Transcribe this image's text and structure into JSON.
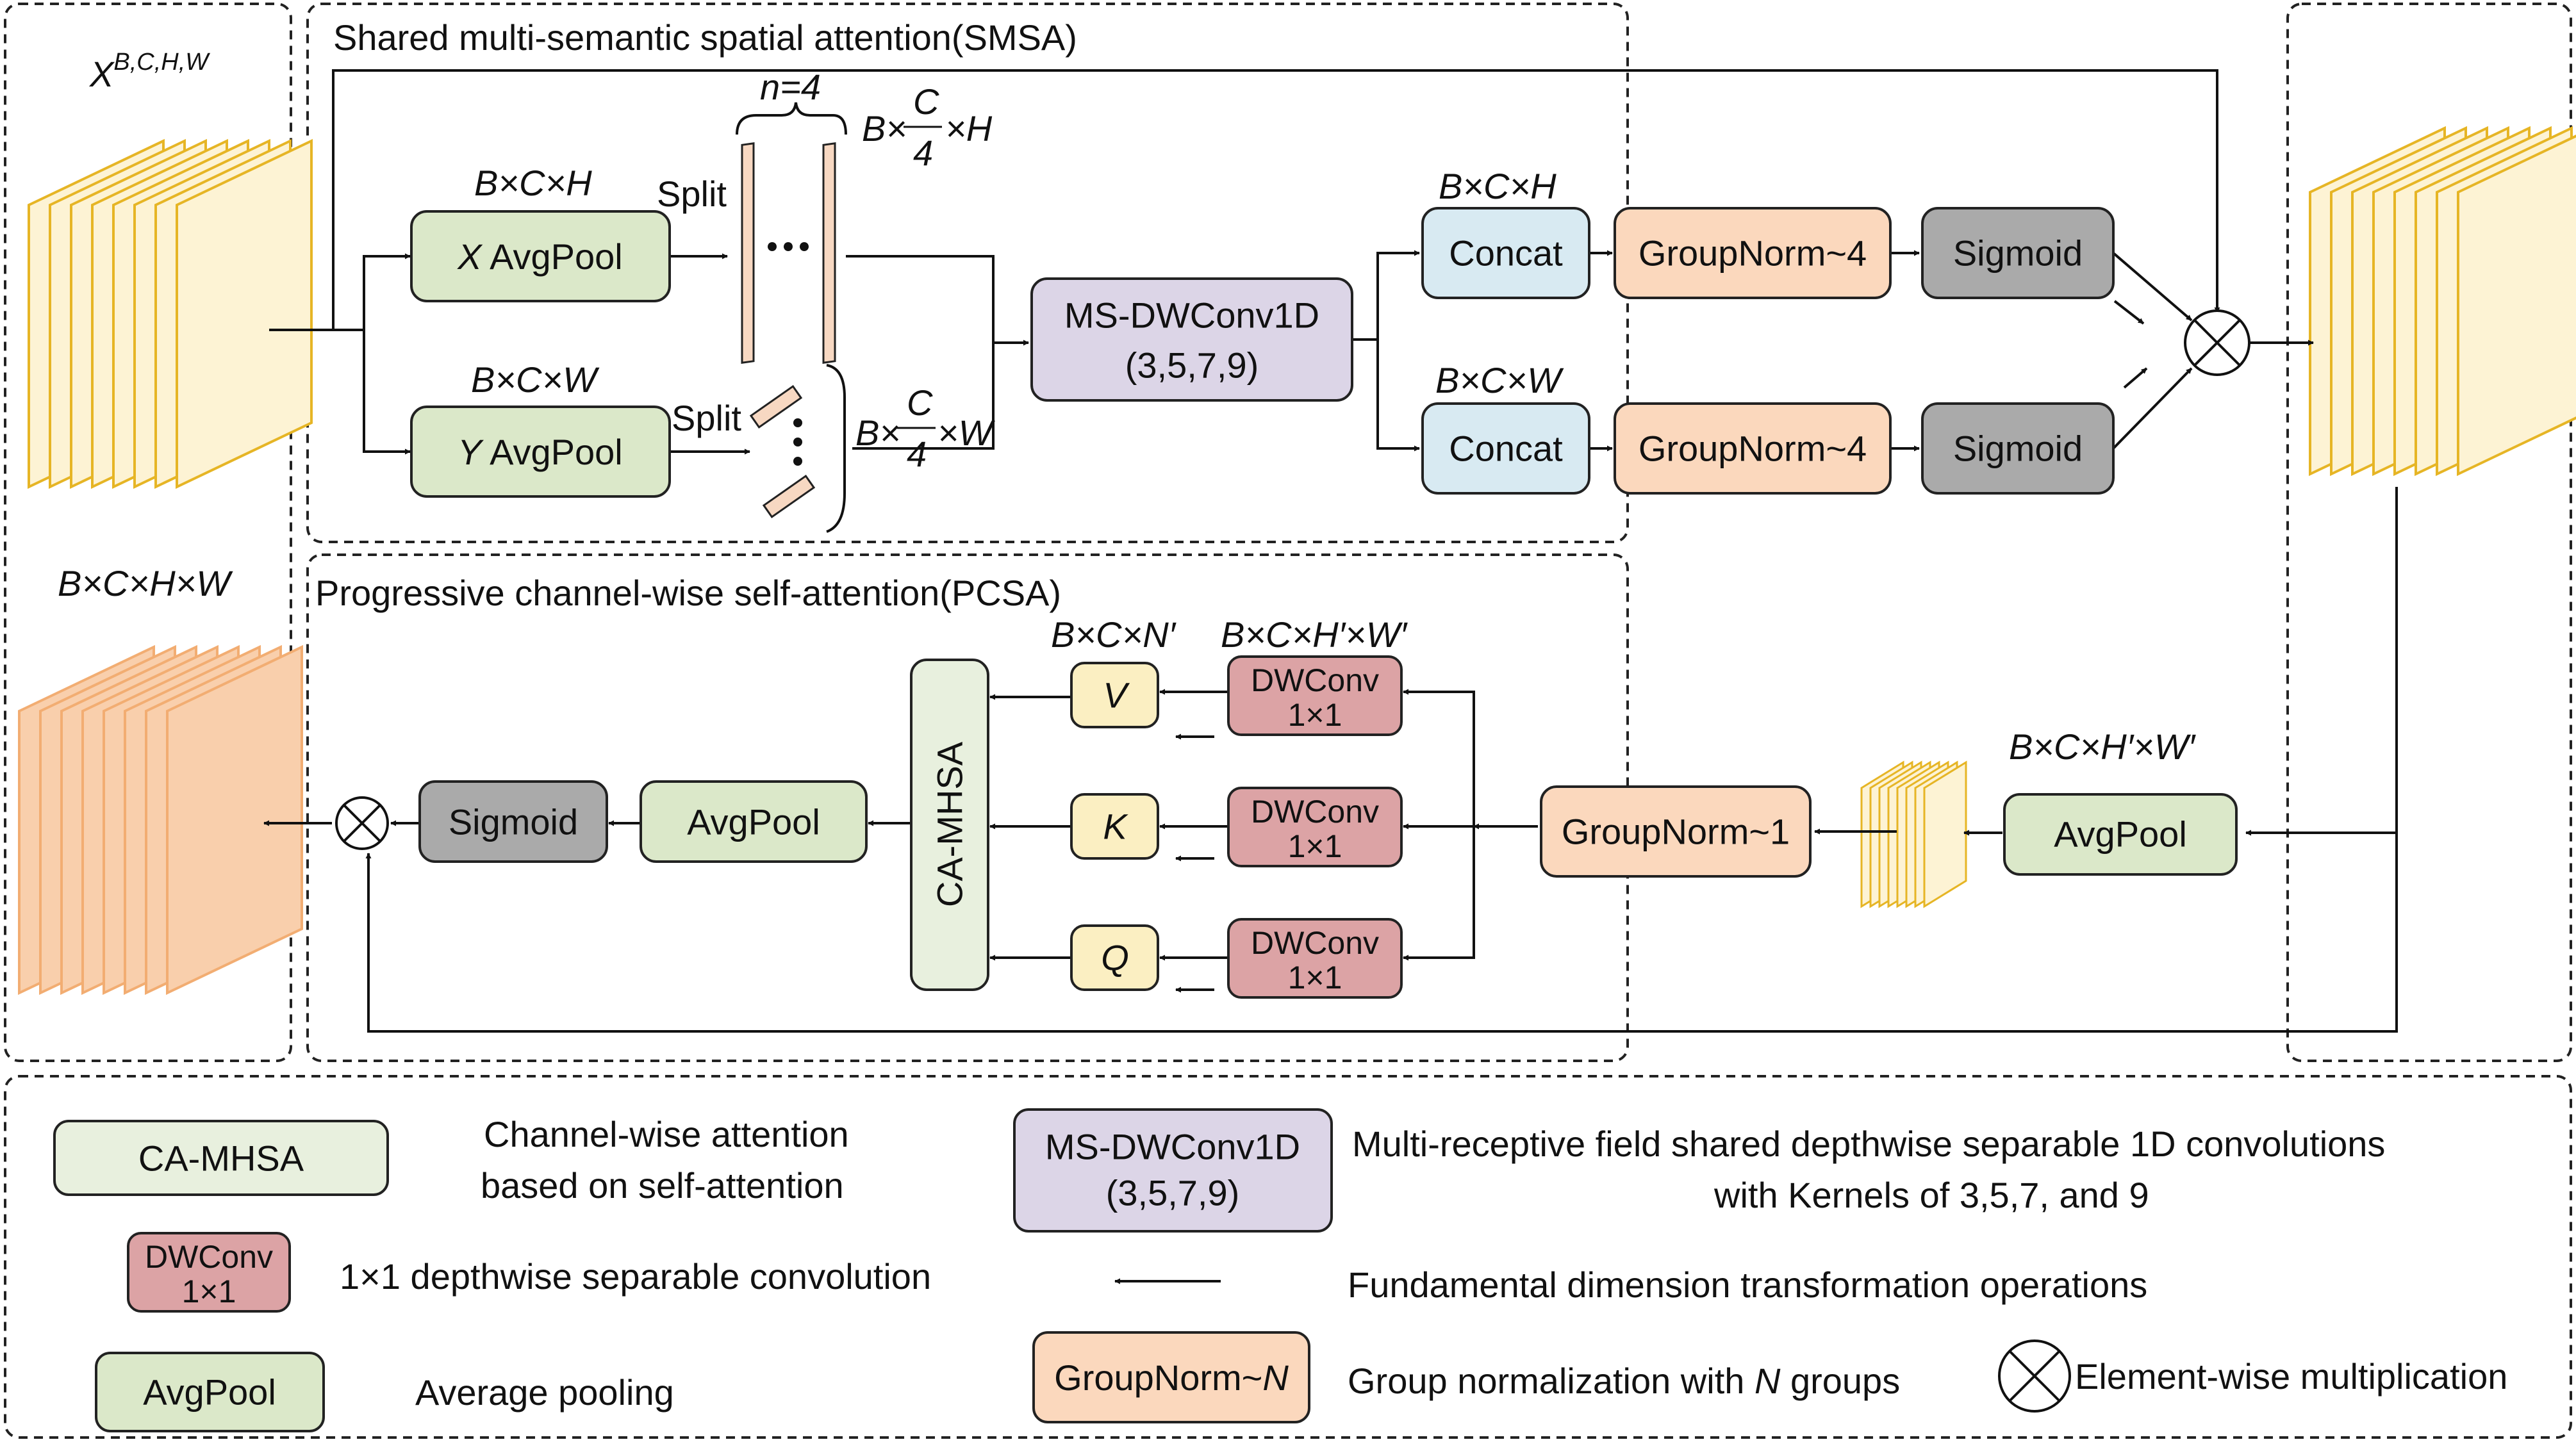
{
  "colors": {
    "green": "#dbe8c9",
    "green_light": "#e8f0de",
    "blue": "#d8eaf2",
    "orange": "#fbd8bd",
    "gray": "#aaaaaa",
    "purple": "#dcd5e7",
    "red": "#dca3a5",
    "yellow": "#fbefc2",
    "stack_yellow": "#fdf3d4",
    "stack_yellow_edge": "#e6b525",
    "stack_orange": "#f9cfac",
    "stack_orange_edge": "#f2ad72"
  },
  "smsa": {
    "title": "Shared multi-semantic spatial attention(SMSA)",
    "input_label": "X",
    "input_superscript": "B,C,H,W",
    "dim_bch": "B×C×H",
    "dim_bcw": "B×C×W",
    "x_pool": "X AvgPool",
    "x_pool_var": "X",
    "x_pool_rest": " AvgPool",
    "y_pool_var": "Y",
    "y_pool_rest": " AvgPool",
    "split_top": "Split",
    "split_bottom": "Split",
    "n_label": "n=4",
    "frac_top_prefix": "B×",
    "frac_num": "C",
    "frac_den": "4",
    "frac_top_suffix": "×H",
    "frac_bot_suffix": "×W",
    "ms_conv_line1": "MS-DWConv1D",
    "ms_conv_line2": "(3,5,7,9)",
    "concat": "Concat",
    "groupnorm4": "GroupNorm~4",
    "sigmoid": "Sigmoid"
  },
  "pcsa": {
    "title": "Progressive channel-wise self-attention(PCSA)",
    "stack_label": "B×C×H×W",
    "dim_bcn": "B×C×N′",
    "dim_bchw_prime_top": "B×C×H′×W′",
    "dim_bchw_prime_right": "B×C×H′×W′",
    "v": "V",
    "k": "K",
    "q": "Q",
    "dwconv_line1": "DWConv",
    "dwconv_line2": "1×1",
    "ca_mhsa": "CA-MHSA",
    "avgpool_mid": "AvgPool",
    "sigmoid": "Sigmoid",
    "groupnorm1": "GroupNorm~1",
    "avgpool_right": "AvgPool"
  },
  "legend": {
    "ca_mhsa_box": "CA-MHSA",
    "ca_mhsa_desc_1": "Channel-wise attention",
    "ca_mhsa_desc_2": "based on self-attention",
    "dwconv_box_1": "DWConv",
    "dwconv_box_2": "1×1",
    "dwconv_desc": "1×1 depthwise separable convolution",
    "avgpool_box": "AvgPool",
    "avgpool_desc": "Average pooling",
    "ms_box_1": "MS-DWConv1D",
    "ms_box_2": "(3,5,7,9)",
    "ms_desc_1": "Multi-receptive field shared depthwise separable 1D convolutions",
    "ms_desc_2": "with Kernels of 3,5,7, and 9",
    "arrow_desc": "Fundamental dimension transformation operations",
    "groupnorm_box_prefix": "GroupNorm~",
    "groupnorm_box_var": "N",
    "groupnorm_desc_prefix": "Group normalization with ",
    "groupnorm_desc_var": "N",
    "groupnorm_desc_suffix": " groups",
    "mult_desc": "Element-wise multiplication"
  }
}
